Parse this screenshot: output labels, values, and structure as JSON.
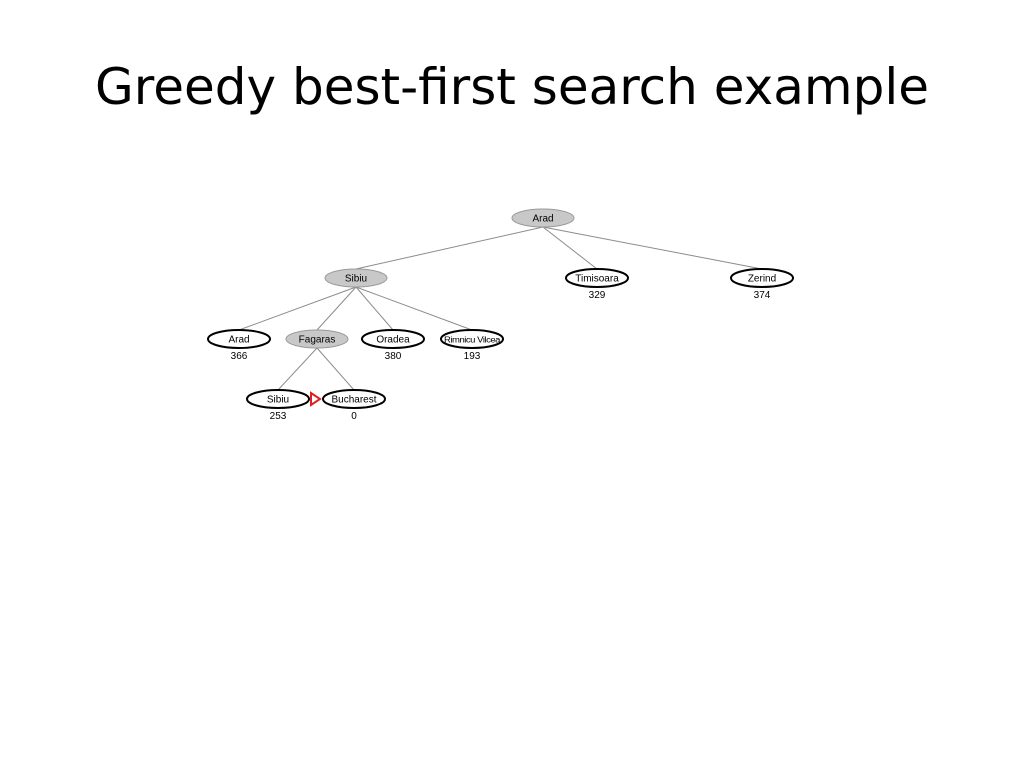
{
  "slide": {
    "title": "Greedy best-first search example"
  },
  "colors": {
    "expanded_fill": "#c8c8c8",
    "frontier_fill": "#ffffff",
    "edge": "#8c8c8c",
    "marker": "#e02020"
  },
  "tree": {
    "nodes": [
      {
        "id": "n-arad-root",
        "label": "Arad",
        "value": "",
        "expanded": true,
        "parent": null
      },
      {
        "id": "n-sibiu",
        "label": "Sibiu",
        "value": "",
        "expanded": true,
        "parent": "n-arad-root"
      },
      {
        "id": "n-timisoara",
        "label": "Timisoara",
        "value": "329",
        "expanded": false,
        "parent": "n-arad-root"
      },
      {
        "id": "n-zerind",
        "label": "Zerind",
        "value": "374",
        "expanded": false,
        "parent": "n-arad-root"
      },
      {
        "id": "n-arad-child",
        "label": "Arad",
        "value": "366",
        "expanded": false,
        "parent": "n-sibiu"
      },
      {
        "id": "n-fagaras",
        "label": "Fagaras",
        "value": "",
        "expanded": true,
        "parent": "n-sibiu"
      },
      {
        "id": "n-oradea",
        "label": "Oradea",
        "value": "380",
        "expanded": false,
        "parent": "n-sibiu"
      },
      {
        "id": "n-rimnicu",
        "label": "Rimnicu Vilcea",
        "value": "193",
        "expanded": false,
        "parent": "n-sibiu"
      },
      {
        "id": "n-sibiu-child",
        "label": "Sibiu",
        "value": "253",
        "expanded": false,
        "parent": "n-fagaras"
      },
      {
        "id": "n-bucharest",
        "label": "Bucharest",
        "value": "0",
        "expanded": false,
        "parent": "n-fagaras",
        "goal_marker": true
      }
    ]
  }
}
